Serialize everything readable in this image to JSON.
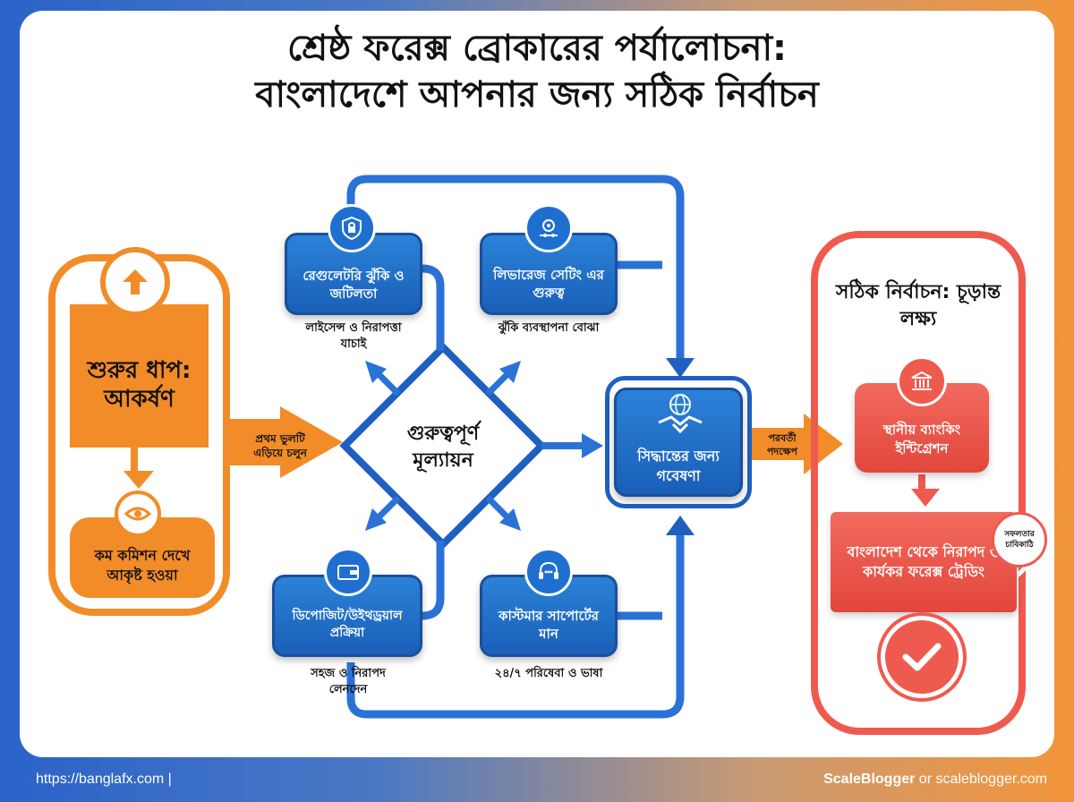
{
  "title": {
    "line1": "শ্রেষ্ঠ ফরেক্স ব্রোকারের পর্যালোচনা:",
    "line2": "বাংলাদেশে আপনার জন্য সঠিক নির্বাচন"
  },
  "start": {
    "heading": "শুরুর ধাপ: আকর্ষণ",
    "sub": "কম কমিশন দেখে আকৃষ্ট হওয়া",
    "arrow_label": "প্রথম ভুলটি এড়িয়ে চলুন"
  },
  "center": {
    "label": "গুরুত্বপূর্ণ মূল্যায়ন"
  },
  "factors": [
    {
      "title": "রেগুলেটরি ঝুঁকি ও জটিলতা",
      "caption": "লাইসেন্স ও নিরাপত্তা যাচাই"
    },
    {
      "title": "লিভারেজ সেটিং এর গুরুত্ব",
      "caption": "ঝুঁকি ব্যবস্থাপনা বোঝা"
    },
    {
      "title": "ডিপোজিট/উইথড্রয়াল প্রক্রিয়া",
      "caption": "সহজ ও নিরাপদ লেনদেন"
    },
    {
      "title": "কাস্টমার সাপোর্টের মান",
      "caption": "২৪/৭ পরিষেবা ও ভাষা"
    }
  ],
  "research": {
    "label": "সিদ্ধান্তের জন্য গবেষণা",
    "next_label": "পরবর্তী পদক্ষেপ"
  },
  "goal": {
    "heading": "সঠিক নির্বাচন: চূড়ান্ত লক্ষ্য",
    "banking": "স্থানীয় ব্যাংকিং ইন্টিগ্রেশন",
    "trading": "বাংলাদেশ থেকে নিরাপদ ও কার্যকর ফরেক্স ট্রেডিং",
    "badge": "সফলতার চাবিকাঠি"
  },
  "footer": {
    "left": "https://banglafx.com  |",
    "right_brand": "ScaleBlogger",
    "right_rest": " or scaleblogger.com"
  },
  "colors": {
    "orange": "#f28c28",
    "blue": "#1f6fd0",
    "red": "#ef5a4f"
  }
}
